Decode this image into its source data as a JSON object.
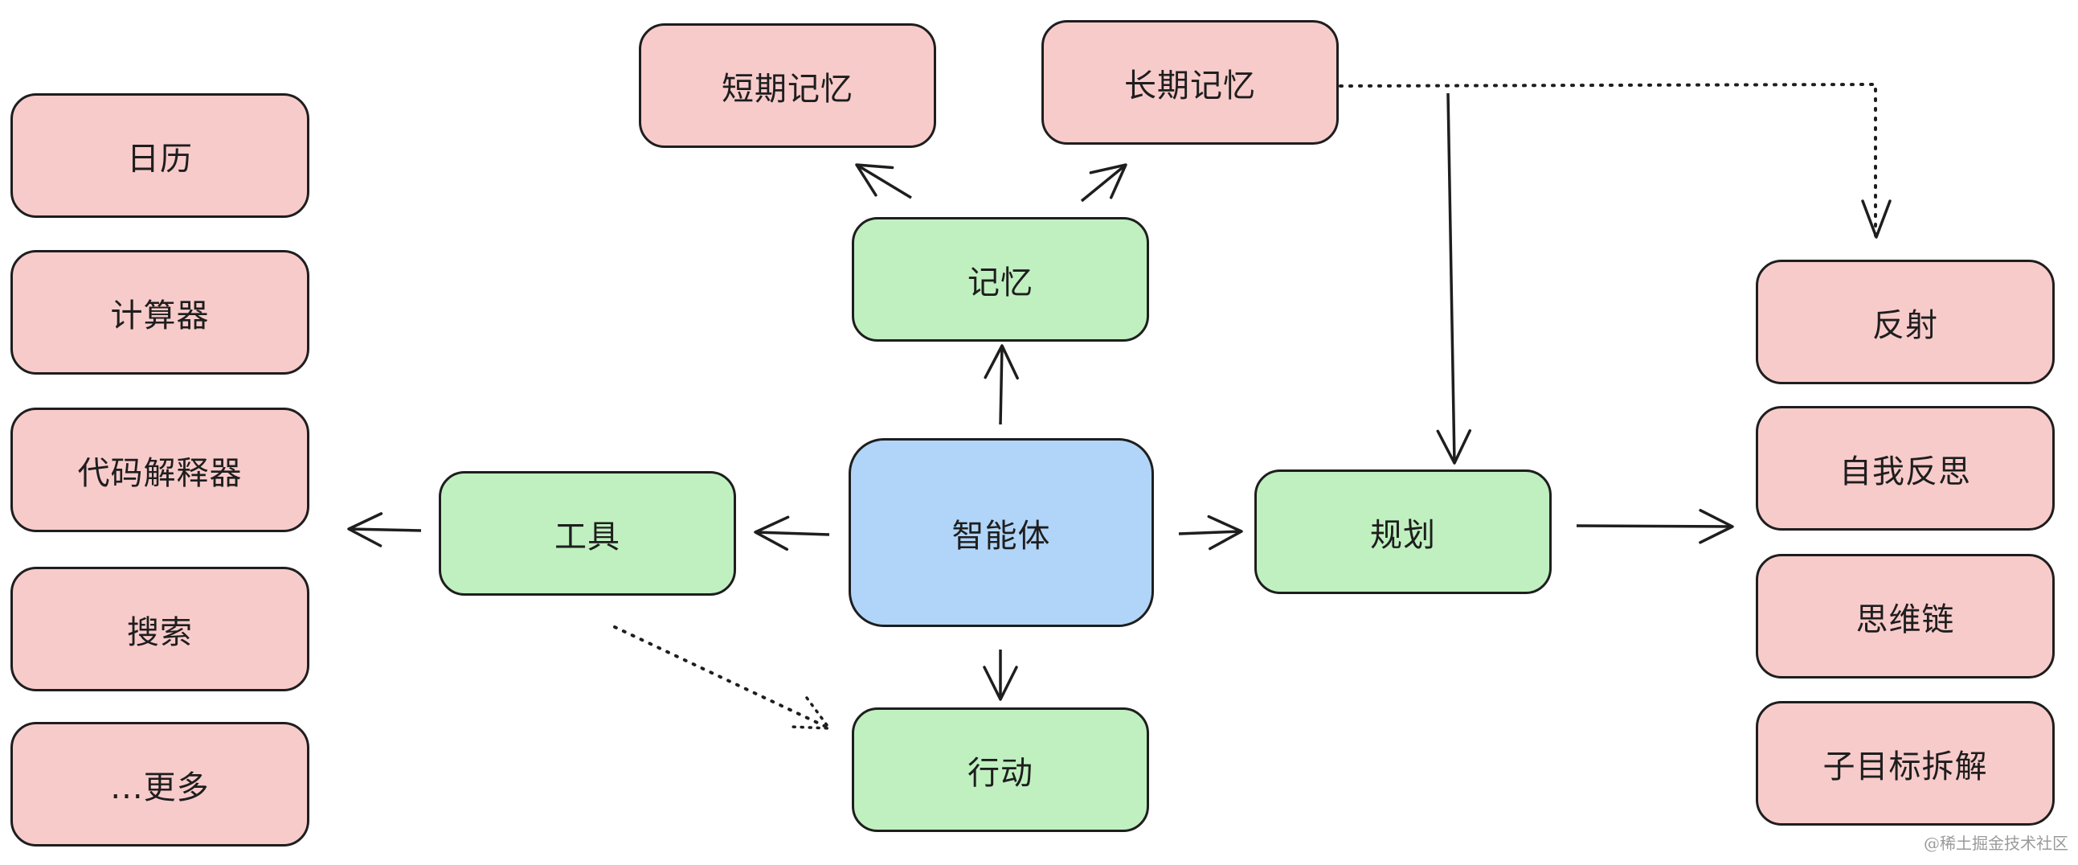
{
  "center": {
    "label": "智能体"
  },
  "branches": {
    "memory": {
      "label": "记忆"
    },
    "tools": {
      "label": "工具"
    },
    "planning": {
      "label": "规划"
    },
    "action": {
      "label": "行动"
    }
  },
  "memory_types": [
    "短期记忆",
    "长期记忆"
  ],
  "tool_list": [
    "日历",
    "计算器",
    "代码解释器",
    "搜索",
    "...更多"
  ],
  "planning_list": [
    "反射",
    "自我反思",
    "思维链",
    "子目标拆解"
  ],
  "watermark": "@稀土掘金技术社区",
  "colors": {
    "pink": "#f8cbcb",
    "green": "#c0f0c0",
    "blue": "#b1d5f8",
    "stroke": "#1e1e1e"
  }
}
